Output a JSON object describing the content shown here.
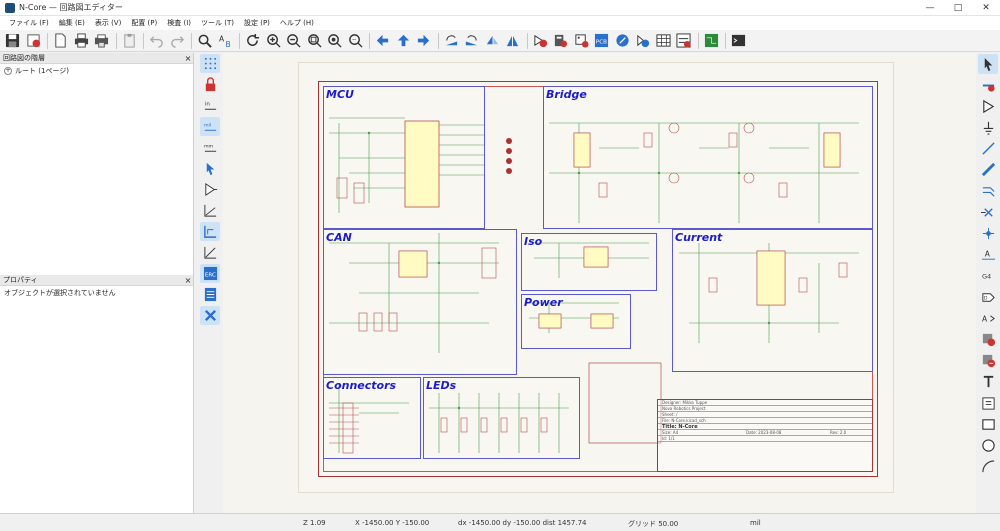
{
  "window": {
    "title": "N-Core — 回路図エディター",
    "minimize": "—",
    "maximize": "□",
    "close": "✕"
  },
  "menu": [
    "ファイル (F)",
    "編集 (E)",
    "表示 (V)",
    "配置 (P)",
    "検査 (I)",
    "ツール (T)",
    "設定 (P)",
    "ヘルプ (H)"
  ],
  "panels": {
    "hierarchy": {
      "title": "回路図の階層",
      "root_label": "ルート (1ページ)"
    },
    "properties": {
      "title": "プロパティ",
      "empty_message": "オブジェクトが選択されていません"
    }
  },
  "schematic": {
    "blocks": {
      "mcu": "MCU",
      "bridge": "Bridge",
      "can": "CAN",
      "iso": "Iso",
      "current": "Current",
      "power": "Power",
      "connectors": "Connectors",
      "leds": "LEDs"
    },
    "title_block": {
      "designer": "Designer: Mikko Tuppe",
      "company": "Nova Robotics Project",
      "sheet": "Sheet: /",
      "file": "File: N-Core.kicad_sch",
      "title": "Title: N-Core",
      "size": "Size: A4",
      "date": "Date: 2023-08-08",
      "rev": "Rev: 2.0",
      "id": "Id: 1/1"
    }
  },
  "status": {
    "zoom": "Z 1.09",
    "xy": "X -1450.00  Y -150.00",
    "delta": "dx -1450.00  dy -150.00  dist 1457.74",
    "grid": "グリッド 50.00",
    "units": "mil"
  }
}
